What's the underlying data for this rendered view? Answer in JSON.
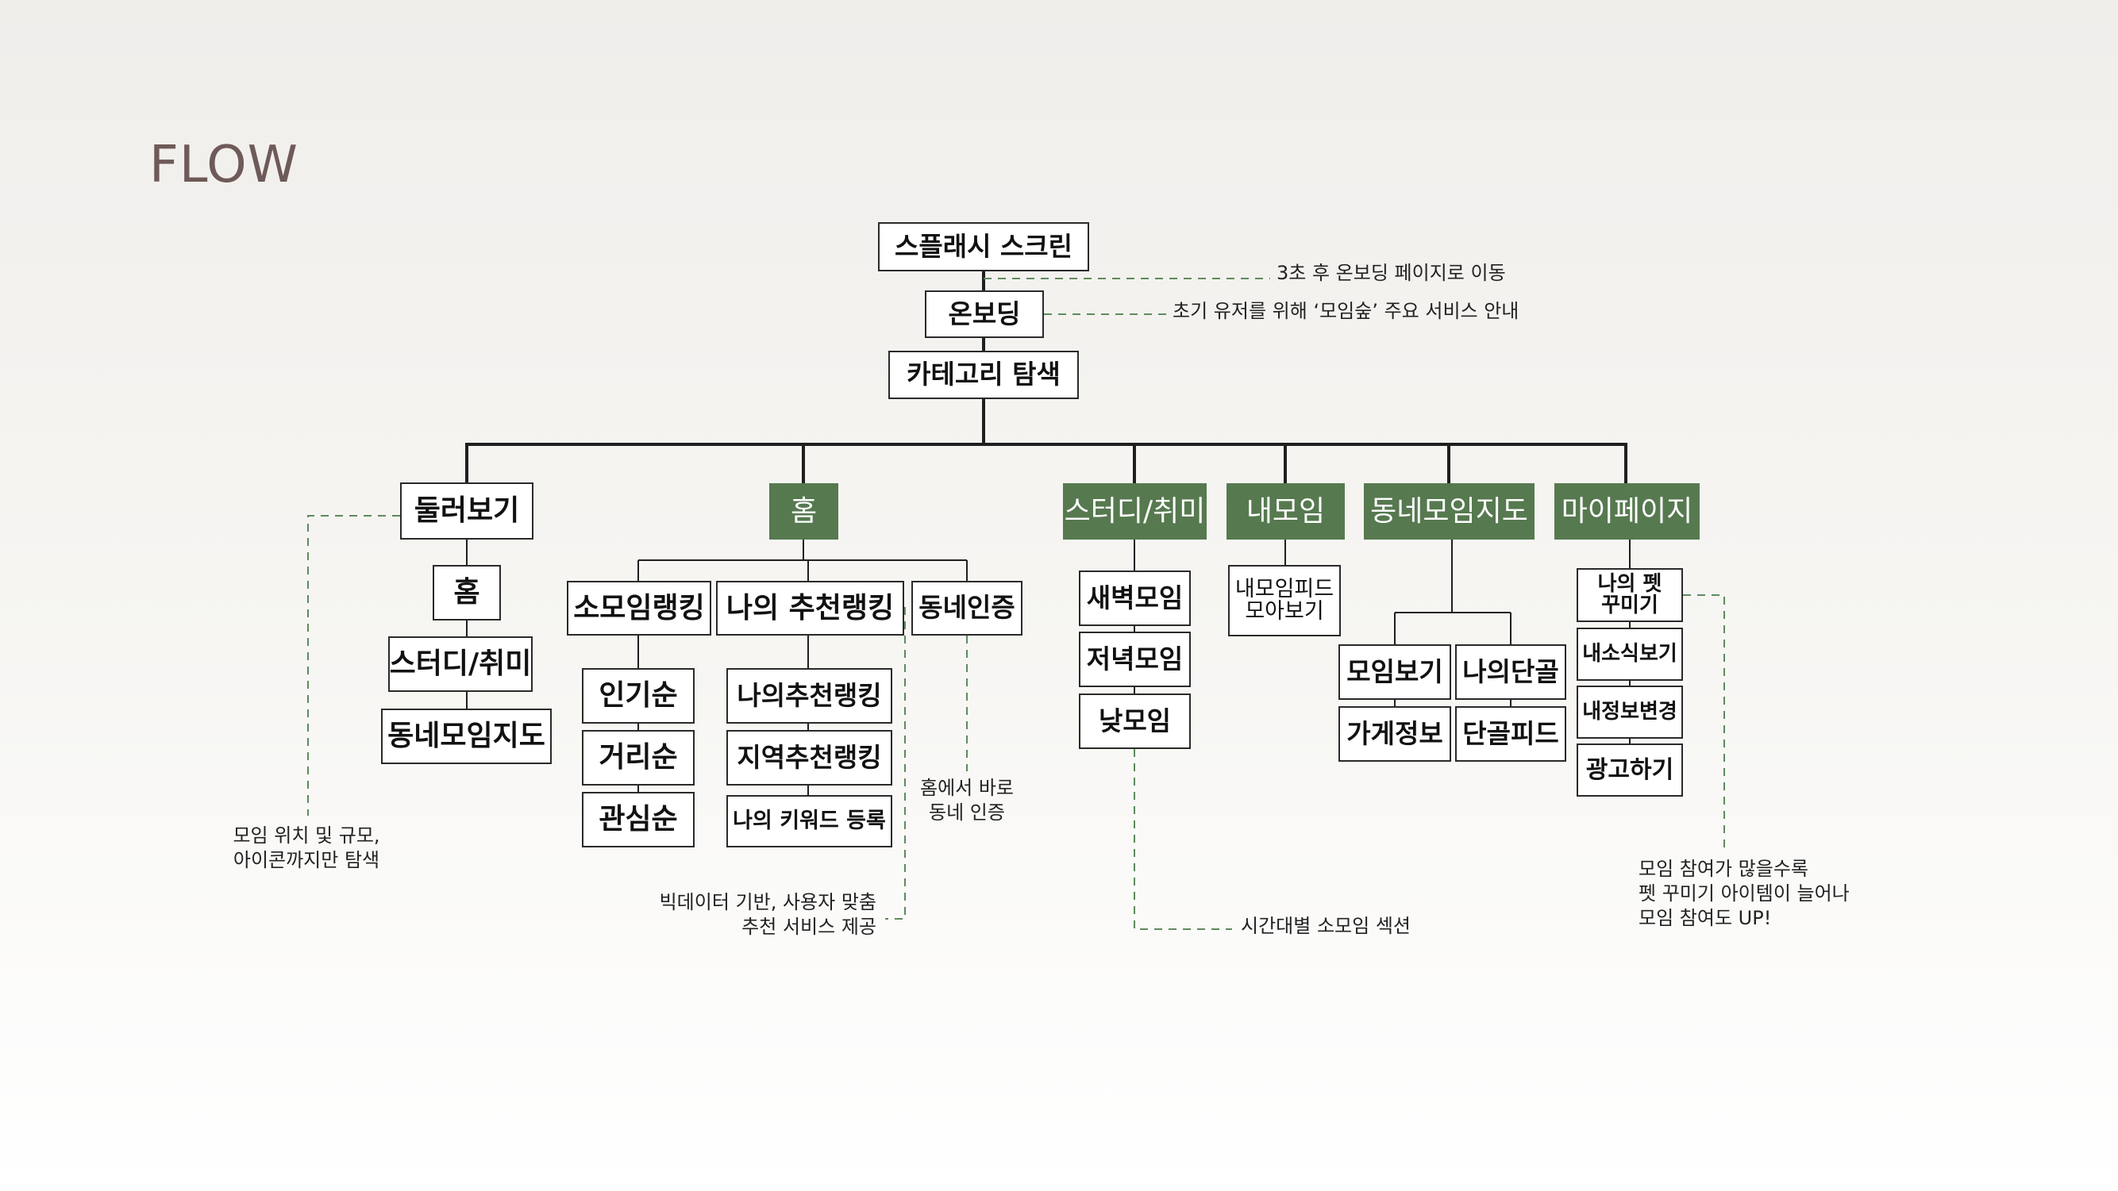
{
  "title": "FLOW",
  "colors": {
    "green": "#56794f",
    "line": "#1f1f1f",
    "dash": "#5e8a5e",
    "title": "#6e5a58"
  },
  "nodes": {
    "splash": "스플래시 스크린",
    "onboarding": "온보딩",
    "category": "카테고리 탐색",
    "browse": "둘러보기",
    "browse_home": "홈",
    "browse_study": "스터디/취미",
    "browse_map": "동네모임지도",
    "home": "홈",
    "ranking": "소모임랭킹",
    "my_recommend": "나의 추천랭킹",
    "verify": "동네인증",
    "popular": "인기순",
    "distance": "거리순",
    "interest": "관심순",
    "my_recommend_rank": "나의추천랭킹",
    "region_recommend": "지역추천랭킹",
    "keyword": "나의 키워드 등록",
    "study": "스터디/취미",
    "dawn": "새벽모임",
    "evening": "저녁모임",
    "day": "낮모임",
    "mygroup": "내모임",
    "feed_line1": "내모임피드",
    "feed_line2": "모아보기",
    "map": "동네모임지도",
    "group_view": "모임보기",
    "my_regular": "나의단골",
    "shop_info": "가게정보",
    "regular_feed": "단골피드",
    "mypage": "마이페이지",
    "pet_line1": "나의 펫",
    "pet_line2": "꾸미기",
    "news": "내소식보기",
    "profile_edit": "내정보변경",
    "ad": "광고하기"
  },
  "notes": {
    "splash": "3초 후 온보딩 페이지로 이동",
    "onboarding": "초기 유저를 위해 ‘모임숲’ 주요 서비스 안내",
    "browse_line1": "모임 위치 및 규모,",
    "browse_line2": "아이콘까지만 탐색",
    "bigdata_line1": "빅데이터 기반, 사용자 맞춤",
    "bigdata_line2": "추천 서비스 제공",
    "verify_line1": "홈에서 바로",
    "verify_line2": "동네 인증",
    "time": "시간대별 소모임 섹션",
    "pet_line1": "모임 참여가 많을수록",
    "pet_line2": "펫 꾸미기 아이템이 늘어나",
    "pet_line3": "모임 참여도 UP!"
  }
}
